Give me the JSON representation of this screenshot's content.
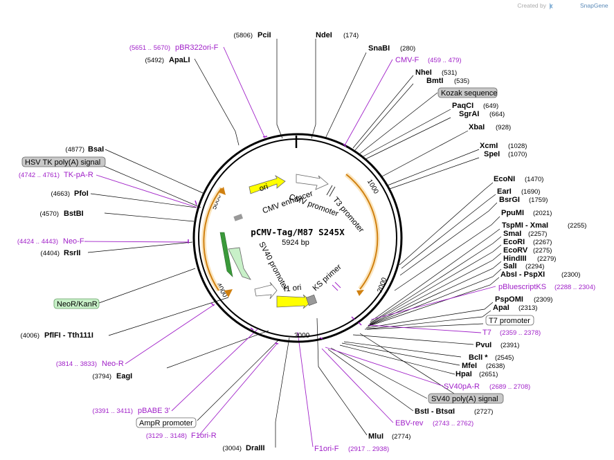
{
  "credit": {
    "created_by": "Created by",
    "brand": "SnapGene"
  },
  "plasmid": {
    "name": "pCMV-Tag/M87 S245X",
    "size": "5924 bp"
  },
  "ticks": [
    "1000",
    "2000",
    "3000",
    "4000",
    "5000"
  ],
  "features": {
    "ori": "ori",
    "cmv_enhancer": "CMV enhancer",
    "cmv_promoter": "CMV promoter",
    "t3_promoter": "T3 promoter",
    "sv40_promoter": "SV40 promoter",
    "f1_ori": "f1 ori",
    "ks_primer": "KS primer"
  },
  "enzymes": {
    "pcii": {
      "pos": "(5806)",
      "name": "PciI"
    },
    "ndei": {
      "name": "NdeI",
      "pos": "(174)"
    },
    "snabi": {
      "name": "SnaBI",
      "pos": "(280)"
    },
    "nhei": {
      "name": "NheI",
      "pos": "(531)"
    },
    "bmti": {
      "name": "BmtI",
      "pos": "(535)"
    },
    "paqci": {
      "name": "PaqCI",
      "pos": "(649)"
    },
    "sgrai": {
      "name": "SgrAI",
      "pos": "(664)"
    },
    "xbai": {
      "name": "XbaI",
      "pos": "(928)"
    },
    "xcmi": {
      "name": "XcmI",
      "pos": "(1028)"
    },
    "spei": {
      "name": "SpeI",
      "pos": "(1070)"
    },
    "econi": {
      "name": "EcoNI",
      "pos": "(1470)"
    },
    "eari": {
      "name": "EarI",
      "pos": "(1690)"
    },
    "bsrgi": {
      "name": "BsrGI",
      "pos": "(1759)"
    },
    "ppumi": {
      "name": "PpuMI",
      "pos": "(2021)"
    },
    "tspmi": {
      "name": "TspMI - XmaI",
      "pos": "(2255)"
    },
    "smai": {
      "name": "SmaI",
      "pos": "(2257)"
    },
    "ecori": {
      "name": "EcoRI",
      "pos": "(2267)"
    },
    "ecorv": {
      "name": "EcoRV",
      "pos": "(2275)"
    },
    "hindiii": {
      "name": "HindIII",
      "pos": "(2279)"
    },
    "sali": {
      "name": "SalI",
      "pos": "(2294)"
    },
    "absi": {
      "name": "AbsI - PspXI",
      "pos": "(2300)"
    },
    "pspomi": {
      "name": "PspOMI",
      "pos": "(2309)"
    },
    "apai": {
      "name": "ApaI",
      "pos": "(2313)"
    },
    "pvui": {
      "name": "PvuI",
      "pos": "(2391)"
    },
    "bcli": {
      "name": "BclI *",
      "pos": "(2545)"
    },
    "mfei": {
      "name": "MfeI",
      "pos": "(2638)"
    },
    "hpai": {
      "name": "HpaI",
      "pos": "(2651)"
    },
    "bsti": {
      "name": "BstI - BtsαI",
      "pos": "(2727)"
    },
    "mlui": {
      "name": "MluI",
      "pos": "(2774)"
    },
    "draiii": {
      "pos": "(3004)",
      "name": "DraIII"
    },
    "eagi": {
      "pos": "(3794)",
      "name": "EagI"
    },
    "pflfi": {
      "pos": "(4006)",
      "name": "PflFI - Tth111I"
    },
    "rsrii": {
      "pos": "(4404)",
      "name": "RsrII"
    },
    "bstbi": {
      "pos": "(4570)",
      "name": "BstBI"
    },
    "pfoi": {
      "pos": "(4663)",
      "name": "PfoI"
    },
    "bsai": {
      "pos": "(4877)",
      "name": "BsaI"
    },
    "apali": {
      "pos": "(5492)",
      "name": "ApaLI"
    }
  },
  "primers": {
    "cmvf": {
      "name": "CMV-F",
      "pos": "(459 .. 479)"
    },
    "pbluescriptks": {
      "name": "pBluescriptKS",
      "pos": "(2288 .. 2304)"
    },
    "t7": {
      "name": "T7",
      "pos": "(2359 .. 2378)"
    },
    "sv40pa": {
      "name": "SV40pA-R",
      "pos": "(2689 .. 2708)"
    },
    "ebv": {
      "name": "EBV-rev",
      "pos": "(2743 .. 2762)"
    },
    "f1orif": {
      "name": "F1ori-F",
      "pos": "(2917 .. 2938)"
    },
    "f1orir": {
      "pos": "(3129 .. 3148)",
      "name": "F1ori-R"
    },
    "pbabe": {
      "pos": "(3391 .. 3411)",
      "name": "pBABE 3'"
    },
    "neor": {
      "pos": "(3814 .. 3833)",
      "name": "Neo-R"
    },
    "neof": {
      "pos": "(4424 .. 4443)",
      "name": "Neo-F"
    },
    "tkpa": {
      "pos": "(4742 .. 4761)",
      "name": "TK-pA-R"
    },
    "pbr322": {
      "pos": "(5651 .. 5670)",
      "name": "pBR322ori-F"
    }
  },
  "boxes": {
    "kozak": "Kozak sequence",
    "t7_promoter": "T7 promoter",
    "sv40_polya": "SV40 poly(A) signal",
    "ampr": "AmpR promoter",
    "neokan": "NeoR/KanR",
    "hsvtk": "HSV TK poly(A) signal"
  },
  "colors": {
    "primer": "#a020c8",
    "ori": "#ffff00",
    "neo": "#c8f0c8",
    "amp": "#f4a020",
    "green": "#3a9a3a"
  }
}
